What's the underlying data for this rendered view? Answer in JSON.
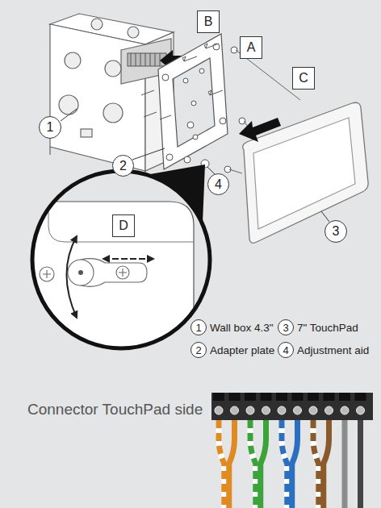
{
  "diagram": {
    "nodes": [
      {
        "text": [
          "B"
        ]
      },
      {
        "text": [
          "A"
        ]
      },
      {
        "text": [
          "C"
        ]
      },
      {
        "text": [
          "1"
        ]
      },
      {
        "text": [
          "2"
        ]
      },
      {
        "text": [
          "4"
        ]
      },
      {
        "text": [
          "3"
        ]
      },
      {
        "text": [
          "D"
        ]
      },
      {
        "text": [
          "1",
          "Wall box 4.3\""
        ]
      },
      {
        "text": [
          "3",
          "7\" TouchPad"
        ]
      },
      {
        "text": [
          "2",
          "Adapter plate"
        ]
      },
      {
        "text": [
          "4",
          "Adjustment aid"
        ]
      }
    ],
    "edges": [],
    "labels": [
      "Connector TouchPad side"
    ]
  }
}
